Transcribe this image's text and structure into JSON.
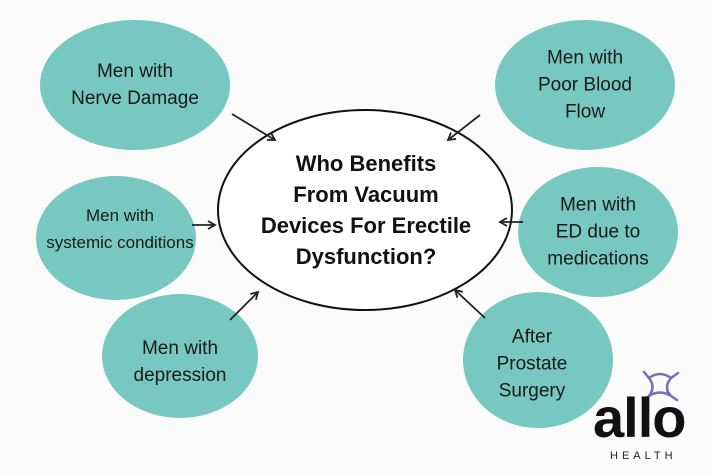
{
  "center": {
    "title": "Who Benefits\nFrom Vacuum\nDevices For Erectile\nDysfunction?"
  },
  "nodes": [
    {
      "label": "Men with\nNerve Damage"
    },
    {
      "label": "Men with\nPoor Blood Flow"
    },
    {
      "label": "Men with\nsystemic conditions"
    },
    {
      "label": "Men with\nED due to\nmedications"
    },
    {
      "label": "Men with\ndepression"
    },
    {
      "label": "After\nProstate\nSurgery"
    }
  ],
  "colors": {
    "node": "#76c8c1",
    "logo_mark": "#7b6bbf"
  },
  "logo": {
    "word": "allo",
    "sub": "HEALTH"
  }
}
